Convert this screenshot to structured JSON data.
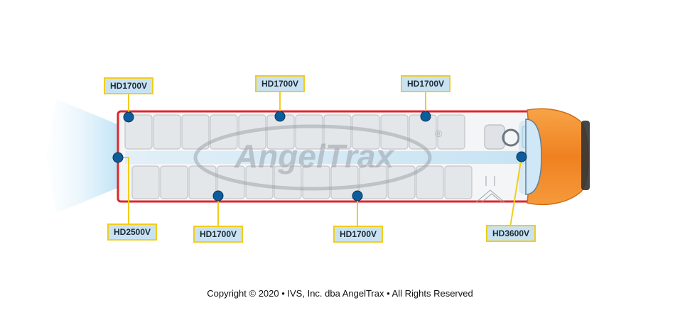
{
  "watermark": {
    "brand": "AngelTrax",
    "mark": "®"
  },
  "cameras": {
    "top_rear": "HD1700V",
    "top_mid": "HD1700V",
    "top_front": "HD1700V",
    "rear": "HD2500V",
    "bottom_rear": "HD1700V",
    "bottom_mid": "HD1700V",
    "driver": "HD3600V"
  },
  "colors": {
    "body_outline": "#e0262b",
    "camera_dot": "#0d5c9c",
    "label_border": "#f2cd1a",
    "label_fill": "#c9e2f2",
    "cab": "#f28a22",
    "rear_view_glow": "#cfe9f7"
  },
  "footer": {
    "copyright": "Copyright © 2020 • IVS, Inc. dba AngelTrax • All Rights Reserved"
  }
}
